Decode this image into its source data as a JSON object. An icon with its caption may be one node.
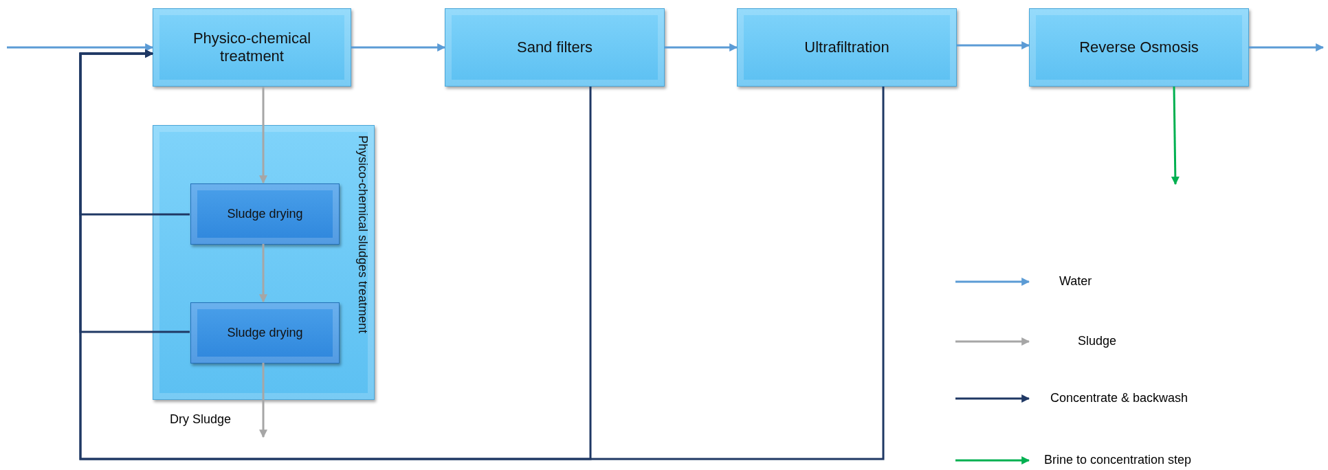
{
  "diagram": {
    "nodes": [
      {
        "text": [
          "Physico-chemical treatment"
        ]
      },
      {
        "text": [
          "Sand filters"
        ]
      },
      {
        "text": [
          "Ultrafiltration"
        ]
      },
      {
        "text": [
          "Reverse Osmosis"
        ]
      },
      {
        "text": [
          "Physico-chemical sludges treatment"
        ]
      },
      {
        "text": [
          "Sludge drying"
        ],
        "in": 4
      },
      {
        "text": [
          "Sludge drying"
        ],
        "in": 4
      }
    ],
    "edges": [
      {
        "from": null,
        "to": 0,
        "arrow": "to"
      },
      {
        "from": 0,
        "to": 1,
        "arrow": "to"
      },
      {
        "from": 1,
        "to": 2,
        "arrow": "to"
      },
      {
        "from": 2,
        "to": 3,
        "arrow": "to"
      },
      {
        "from": 3,
        "to": null,
        "arrow": "to"
      },
      {
        "from": 3,
        "to": null,
        "arrow": "to",
        "color": "#00b050"
      },
      {
        "from": 0,
        "to": 5,
        "arrow": "to",
        "color": "#a6a6a6"
      },
      {
        "from": 5,
        "to": 6,
        "arrow": "to",
        "color": "#a6a6a6"
      },
      {
        "from": 6,
        "to": null,
        "arrow": "to",
        "color": "#a6a6a6"
      },
      {
        "from": 5,
        "to": 0,
        "arrow": "to",
        "color": "#1f3864"
      },
      {
        "from": 6,
        "to": 0,
        "arrow": "to",
        "color": "#1f3864"
      },
      {
        "from": 1,
        "to": 0,
        "arrow": "to",
        "color": "#1f3864"
      },
      {
        "from": 2,
        "to": 0,
        "arrow": "to",
        "color": "#1f3864"
      }
    ],
    "labels": [
      "Dry Sludge"
    ],
    "legend": [
      {
        "text": "Water"
      },
      {
        "text": "Sludge"
      },
      {
        "text": "Concentrate & backwash"
      },
      {
        "text": "Brine to concentration step"
      }
    ]
  }
}
